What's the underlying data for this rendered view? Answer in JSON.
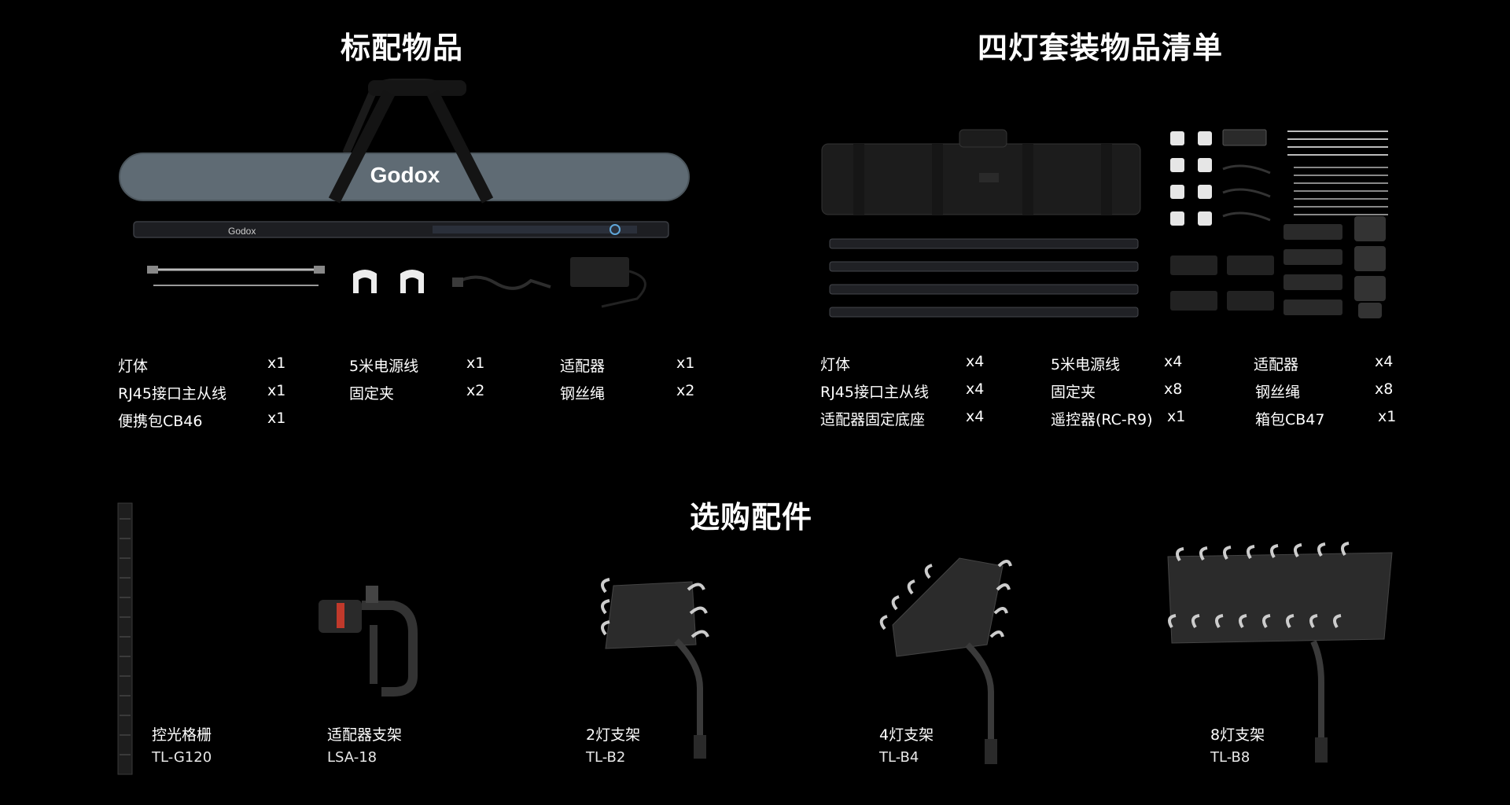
{
  "sections": {
    "standard": {
      "title": "标配物品",
      "rows": [
        [
          {
            "name": "灯体",
            "qty": "x1"
          },
          {
            "name": "5米电源线",
            "qty": "x1"
          },
          {
            "name": "适配器",
            "qty": "x1"
          }
        ],
        [
          {
            "name": "RJ45接口主从线",
            "qty": "x1"
          },
          {
            "name": "固定夹",
            "qty": "x2"
          },
          {
            "name": "钢丝绳",
            "qty": "x2"
          }
        ],
        [
          {
            "name": "便携包CB46",
            "qty": "x1"
          }
        ]
      ]
    },
    "kit": {
      "title": "四灯套装物品清单",
      "rows": [
        [
          {
            "name": "灯体",
            "qty": "x4"
          },
          {
            "name": "5米电源线",
            "qty": "x4"
          },
          {
            "name": "适配器",
            "qty": "x4"
          }
        ],
        [
          {
            "name": "RJ45接口主从线",
            "qty": "x4"
          },
          {
            "name": "固定夹",
            "qty": "x8"
          },
          {
            "name": "钢丝绳",
            "qty": "x8"
          }
        ],
        [
          {
            "name": "适配器固定底座",
            "qty": "x4"
          },
          {
            "name": "遥控器(RC-R9)",
            "qty": "x1"
          },
          {
            "name": "箱包CB47",
            "qty": "x1"
          }
        ]
      ]
    },
    "optional": {
      "title": "选购配件",
      "items": [
        {
          "name": "控光格栅",
          "model": "TL-G120"
        },
        {
          "name": "适配器支架",
          "model": "LSA-18"
        },
        {
          "name": "2灯支架",
          "model": "TL-B2"
        },
        {
          "name": "4灯支架",
          "model": "TL-B4"
        },
        {
          "name": "8灯支架",
          "model": "TL-B8"
        }
      ]
    }
  },
  "logos": {
    "bag_logo": "Godox",
    "light_logo": "Godox"
  },
  "colors": {
    "background": "#000000",
    "text": "#ffffff",
    "bag": "#5f6b74"
  }
}
